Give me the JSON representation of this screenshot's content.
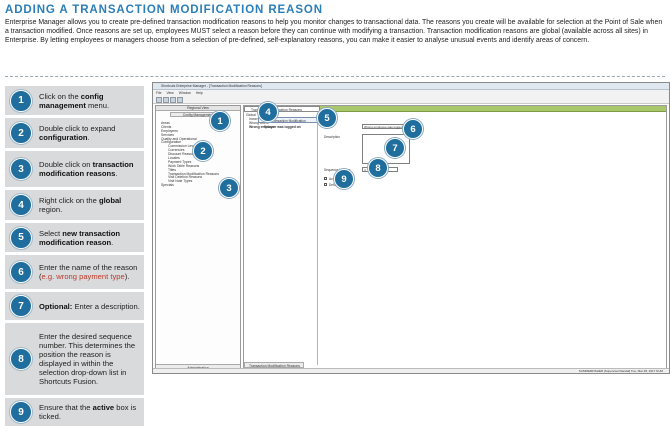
{
  "title": "ADDING A TRANSACTION MODIFICATION REASON",
  "intro": "Enterprise Manager allows you to create pre-defined transaction modification reasons to help you monitor changes to transactional data. The reasons you create will be available for selection at the Point of Sale when a transaction modified. Once reasons are set up, employees MUST select a reason before they can continue with modifying a transaction. Transaction modification reasons are global (available across all sites) in Enterprise. By letting employees or managers choose from a selection of pre-defined, self-explanatory reasons, you can make it easier to analyse unusual events and identify areas of concern.",
  "steps": [
    {
      "num": "1",
      "parts": [
        {
          "t": "Click on the "
        },
        {
          "t": "config management",
          "b": true
        },
        {
          "t": " menu."
        }
      ]
    },
    {
      "num": "2",
      "parts": [
        {
          "t": "Double click to expand "
        },
        {
          "t": "configuration",
          "b": true
        },
        {
          "t": "."
        }
      ]
    },
    {
      "num": "3",
      "parts": [
        {
          "t": "Double click on "
        },
        {
          "t": "transaction modification reasons",
          "b": true
        },
        {
          "t": "."
        }
      ]
    },
    {
      "num": "4",
      "parts": [
        {
          "t": "Right click on the "
        },
        {
          "t": "global",
          "b": true
        },
        {
          "t": " region."
        }
      ]
    },
    {
      "num": "5",
      "parts": [
        {
          "t": "Select "
        },
        {
          "t": "new transaction modification reason",
          "b": true
        },
        {
          "t": "."
        }
      ]
    },
    {
      "num": "6",
      "parts": [
        {
          "t": "Enter the name of the reason ("
        },
        {
          "t": "e.g. wrong payment type",
          "r": true
        },
        {
          "t": ")."
        }
      ]
    },
    {
      "num": "7",
      "parts": [
        {
          "t": "Optional:",
          "b": true
        },
        {
          "t": " Enter a description."
        }
      ]
    },
    {
      "num": "8",
      "parts": [
        {
          "t": "Enter the desired sequence number. This determines the position the reason is displayed in within the selection drop-down list in Shortcuts Fusion."
        }
      ]
    },
    {
      "num": "9",
      "parts": [
        {
          "t": "Ensure that the "
        },
        {
          "t": "active",
          "b": true
        },
        {
          "t": " box is ticked."
        }
      ]
    }
  ],
  "screenshot": {
    "window_title": "Shortcuts Enterprise Manager - [Transaction Modification Reasons]",
    "menu": [
      "File",
      "View",
      "Window",
      "Help"
    ],
    "left_header": "Regional View",
    "left_subheader": "Config Management",
    "tree": [
      {
        "label": "Areas",
        "lvl": 1
      },
      {
        "label": "Clients",
        "lvl": 1
      },
      {
        "label": "Employees",
        "lvl": 1
      },
      {
        "label": "Services",
        "lvl": 1
      },
      {
        "label": "Quality and Operational",
        "lvl": 1
      },
      {
        "label": "Configuration",
        "lvl": 1
      },
      {
        "label": "Commission Levels",
        "lvl": 2
      },
      {
        "label": "Currencies",
        "lvl": 2
      },
      {
        "label": "Discount Reasons",
        "lvl": 2
      },
      {
        "label": "Locales",
        "lvl": 2
      },
      {
        "label": "Payment Types",
        "lvl": 2
      },
      {
        "label": "Work Table Reasons",
        "lvl": 2
      },
      {
        "label": "Titles",
        "lvl": 2
      },
      {
        "label": "Transaction Modification Reasons",
        "lvl": 2
      },
      {
        "label": "Visit Deletion Reasons",
        "lvl": 2
      },
      {
        "label": "Visit Note Types",
        "lvl": 2
      },
      {
        "label": "Specials",
        "lvl": 1
      }
    ],
    "left_footer": "Administration",
    "tab_label": "Transaction Modification Reasons",
    "context_item": "New Transaction Modification Reason",
    "list": [
      {
        "label": "Global",
        "bold": false
      },
      {
        "label": "Incorrect Transaction",
        "bold": false
      },
      {
        "label": "Wrong Client",
        "bold": false
      },
      {
        "label": "Wrong employee was logged on",
        "bold": true
      }
    ],
    "form": {
      "name_label": "Name",
      "name_value": "Wrong employee was logged on",
      "description_label": "Description",
      "sequence_label": "Sequence Number",
      "sequence_value": "4",
      "active_label": "Active",
      "default_label": "Default"
    },
    "main_footer": "Transaction Modification Reasons",
    "status": "SUMMERFISHER [Supervisor/Sandal] Tue, Mar 28, 2017     NUM"
  },
  "callouts": [
    "1",
    "2",
    "3",
    "4",
    "5",
    "6",
    "7",
    "8",
    "9"
  ],
  "colors": {
    "title": "#2a7fb8",
    "badge": "#1f6e9e",
    "step_bg": "#d9dadb",
    "example_text": "#c0392b",
    "tab_strip": "#a9c76b"
  }
}
